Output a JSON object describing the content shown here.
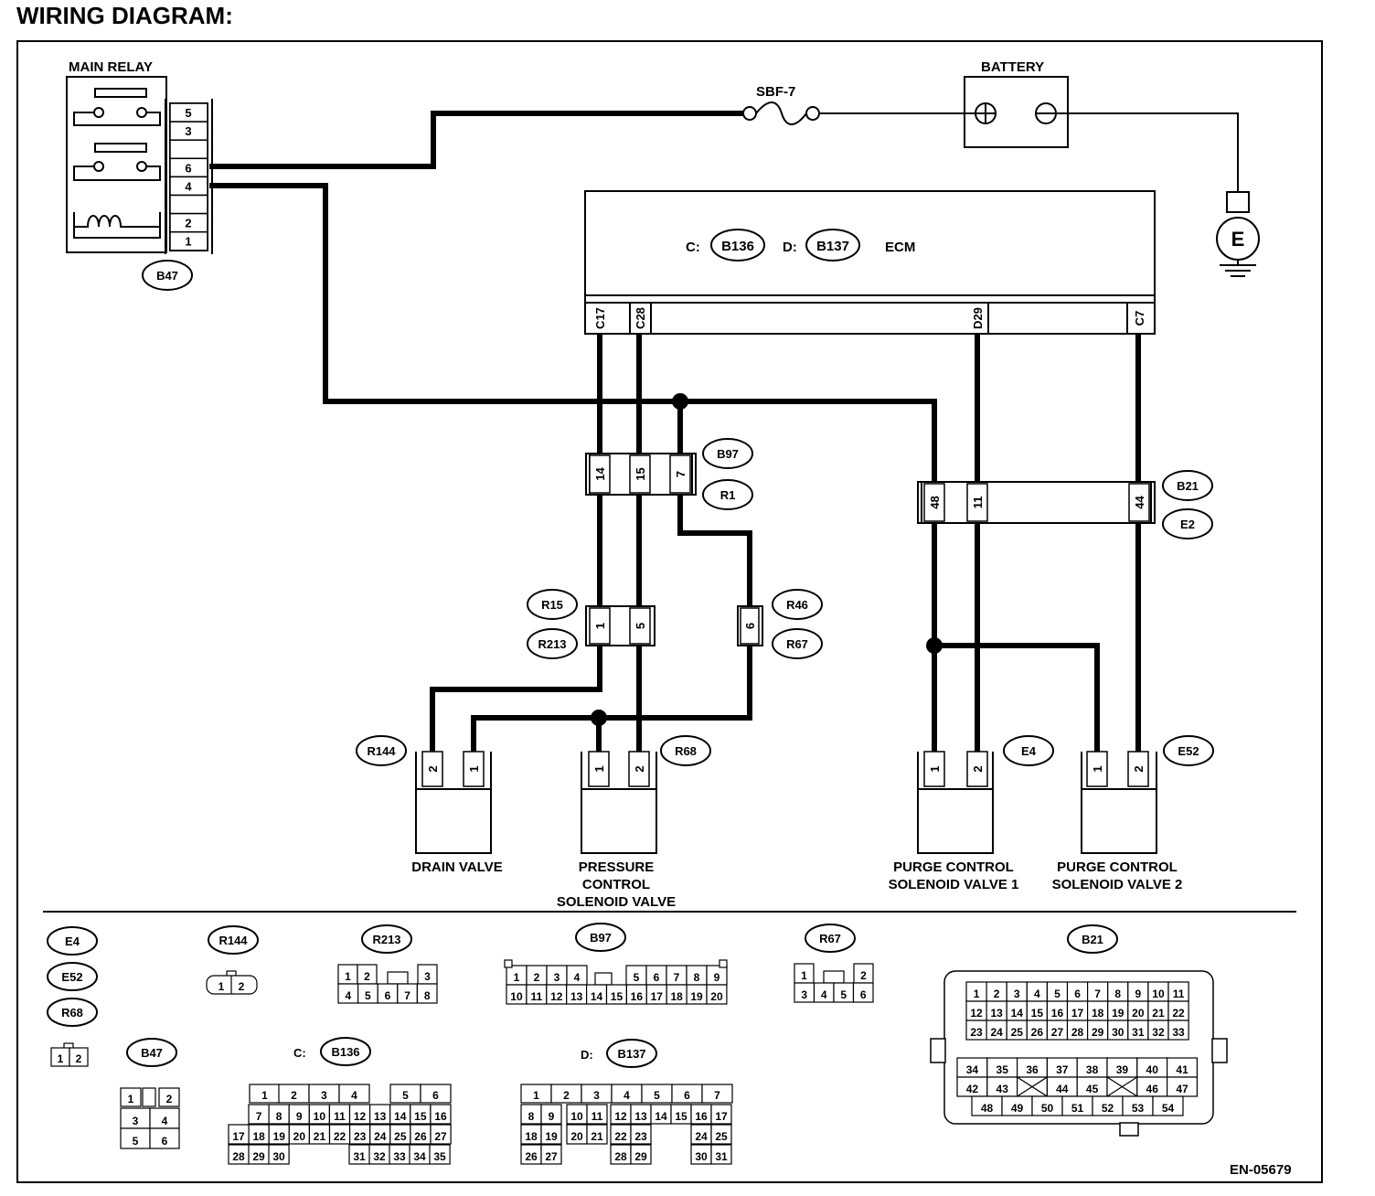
{
  "heading": "WIRING DIAGRAM:",
  "figure_code": "EN-05679",
  "components": {
    "main_relay": "MAIN RELAY",
    "battery": "BATTERY",
    "fuse": "SBF-7",
    "ecm": "ECM",
    "ground": "E",
    "drain_valve": "DRAIN VALVE",
    "pressure_control": [
      "PRESSURE",
      "CONTROL",
      "SOLENOID VALVE"
    ],
    "purge_valve_1": [
      "PURGE CONTROL",
      "SOLENOID VALVE 1"
    ],
    "purge_valve_2": [
      "PURGE CONTROL",
      "SOLENOID VALVE 2"
    ]
  },
  "ecm_connectors": {
    "c_prefix": "C:",
    "c_name": "B136",
    "d_prefix": "D:",
    "d_name": "B137"
  },
  "connector_labels": {
    "b47": "B47",
    "b97": "B97",
    "r1": "R1",
    "b21": "B21",
    "e2": "E2",
    "r15": "R15",
    "r213": "R213",
    "r46": "R46",
    "r67": "R67",
    "r144": "R144",
    "r68": "R68",
    "e4": "E4",
    "e52": "E52"
  },
  "relay_pins": [
    "5",
    "3",
    "",
    "6",
    "4",
    "",
    "2",
    "1"
  ],
  "ecm_pins": [
    "C17",
    "C28",
    "D29",
    "C7"
  ],
  "b97_pins": [
    "14",
    "15",
    "7"
  ],
  "b21_pins": [
    "48",
    "11",
    "44"
  ],
  "r15_pins": [
    "1",
    "5"
  ],
  "r46_pins": [
    "6"
  ],
  "drain_pins": [
    "2",
    "1"
  ],
  "pressure_pins": [
    "1",
    "2"
  ],
  "purge1_pins": [
    "1",
    "2"
  ],
  "purge2_pins": [
    "1",
    "2"
  ],
  "faces": {
    "e4_group": [
      "E4",
      "E52",
      "R68"
    ],
    "two_pin": [
      "1",
      "2"
    ],
    "r144": {
      "name": "R144",
      "pins": [
        "1",
        "2"
      ]
    },
    "r213": {
      "name": "R213",
      "row1": [
        "1",
        "2",
        "",
        "3"
      ],
      "row2": [
        "4",
        "5",
        "6",
        "7",
        "8"
      ]
    },
    "b97": {
      "name": "B97",
      "row1": [
        "1",
        "2",
        "3",
        "4",
        "",
        "5",
        "6",
        "7",
        "8",
        "9"
      ],
      "row2": [
        "10",
        "11",
        "12",
        "13",
        "14",
        "15",
        "16",
        "17",
        "18",
        "19",
        "20"
      ]
    },
    "r67": {
      "name": "R67",
      "row1": [
        "1",
        "",
        "2"
      ],
      "row2": [
        "3",
        "4",
        "5",
        "6"
      ]
    },
    "b21": {
      "name": "B21",
      "rows": [
        [
          "1",
          "2",
          "3",
          "4",
          "5",
          "6",
          "7",
          "8",
          "9",
          "10",
          "11"
        ],
        [
          "12",
          "13",
          "14",
          "15",
          "16",
          "17",
          "18",
          "19",
          "20",
          "21",
          "22"
        ],
        [
          "23",
          "24",
          "25",
          "26",
          "27",
          "28",
          "29",
          "30",
          "31",
          "32",
          "33"
        ],
        [
          "34",
          "35",
          "36",
          "37",
          "38",
          "39",
          "40",
          "41"
        ],
        [
          "42",
          "43",
          "",
          "44",
          "45",
          "",
          "46",
          "47"
        ],
        [
          "48",
          "49",
          "50",
          "51",
          "52",
          "53",
          "54"
        ]
      ]
    },
    "b47": {
      "name": "B47",
      "rows": [
        [
          "1",
          "",
          "2"
        ],
        [
          "3",
          "4"
        ],
        [
          "5",
          "6"
        ]
      ]
    },
    "b136": {
      "prefix": "C:",
      "name": "B136",
      "rows": [
        [
          "1",
          "2",
          "3",
          "4",
          "",
          "5",
          "6"
        ],
        [
          "7",
          "8",
          "9",
          "10",
          "11",
          "12",
          "13",
          "14",
          "15",
          "16"
        ],
        [
          "17",
          "18",
          "19",
          "20",
          "21",
          "22",
          "23",
          "24",
          "25",
          "26",
          "27"
        ],
        [
          "28",
          "29",
          "30",
          "31",
          "32",
          "33",
          "34",
          "35"
        ]
      ]
    },
    "b137": {
      "prefix": "D:",
      "name": "B137",
      "rows": [
        [
          "1",
          "2",
          "3",
          "4",
          "5",
          "6",
          "7"
        ],
        [
          "8",
          "9",
          "10",
          "11",
          "12",
          "13",
          "14",
          "15",
          "16",
          "17"
        ],
        [
          "18",
          "19",
          "20",
          "21",
          "22",
          "23",
          "24",
          "25"
        ],
        [
          "26",
          "27",
          "28",
          "29",
          "30",
          "31"
        ]
      ]
    }
  }
}
